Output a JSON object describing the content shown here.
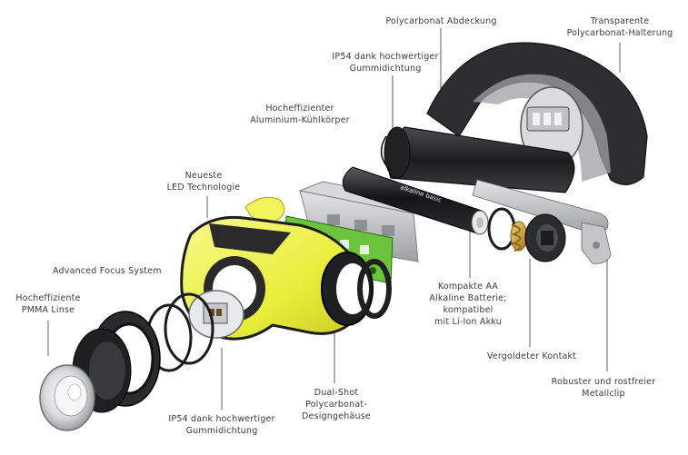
{
  "labels": {
    "polycarbonat_abdeckung": [
      "Polycarbonat Abdeckung"
    ],
    "transparente_halterung": [
      "Transparente",
      "Polycarbonat-Halterung"
    ],
    "ip54_top": [
      "IP54 dank hochwertiger",
      "Gummidichtung"
    ],
    "kuehlkoerper": [
      "Hocheffizienter",
      "Aluminium-Kühlkörper"
    ],
    "led": [
      "Neueste",
      "LED Technologie"
    ],
    "focus": [
      "Advanced Focus System"
    ],
    "linse": [
      "Hocheffiziente",
      "PMMA Linse"
    ],
    "batterie": [
      "Kompakte AA",
      "Alkaline Batterie;",
      "kompatibel",
      "mit Li-Ion Akku"
    ],
    "kontakt": [
      "Vergoldeter Kontakt"
    ],
    "metallclip": [
      "Robuster und rostfreier",
      "Metallclip"
    ],
    "gehaeuse": [
      "Dual-Shot",
      "Polycarbonat-",
      "Designgehäuse"
    ],
    "ip54_bottom": [
      "IP54 dank hochwertiger",
      "Gummidichtung"
    ]
  },
  "battery_print": "alkaline basic",
  "colors": {
    "yellow": "#eef25a",
    "green": "#6bc43c",
    "dark": "#2a2a2a",
    "grey": "#b9bcbe",
    "gold": "#c99a3a"
  }
}
